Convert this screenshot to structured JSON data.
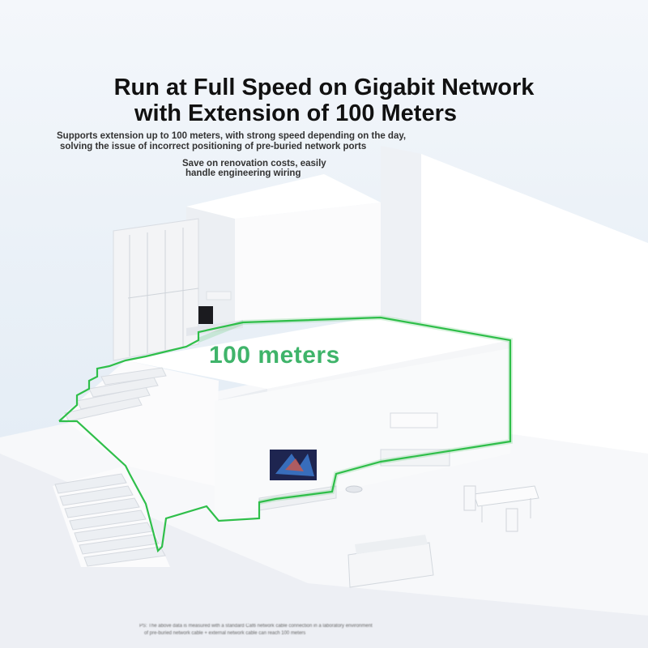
{
  "header": {
    "title_line1": "Run at Full Speed on Gigabit Network",
    "title_line2": "with Extension of 100 Meters"
  },
  "subtitle": {
    "line1": "Supports extension up to 100 meters, with strong speed depending on the day,",
    "line2": "solving the issue of incorrect positioning of pre-buried network ports"
  },
  "note": {
    "line1": "Save on renovation costs, easily",
    "line2": "handle engineering wiring"
  },
  "illustration": {
    "distance_label": "100 meters",
    "cable_color": "#2fbf4a"
  },
  "footnote": {
    "line1": "PS: The above data is measured with a standard Cat6 network cable connection in a laboratory environment",
    "line2": "of pre-buried network cable + external network cable can reach 100 meters"
  }
}
